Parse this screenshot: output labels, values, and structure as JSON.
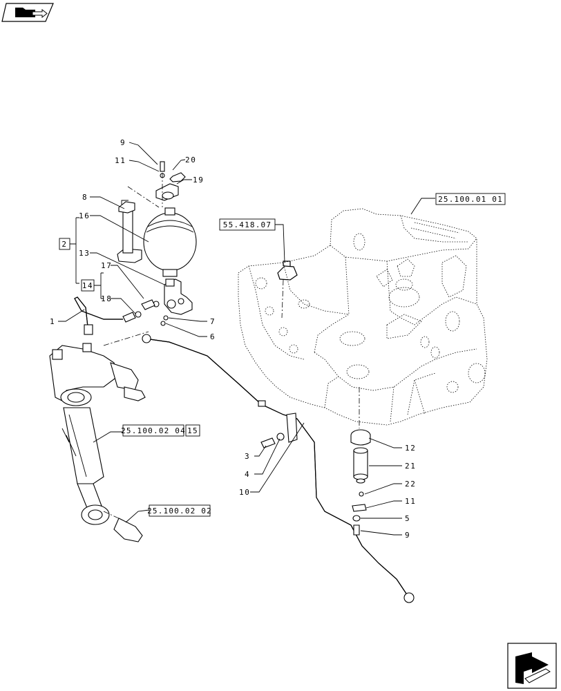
{
  "nav": {
    "top_icon": "folder-arrow-icon",
    "bottom_icon": "page-turn-arrow-icon"
  },
  "references": {
    "frame": "25.100.01 01",
    "bracket": "55.418.07",
    "cylinder": "25.100.02 04",
    "cylinder_item": "15",
    "end": "25.100.02 02"
  },
  "groups": {
    "accumulator_group": "2",
    "valve_group": "14"
  },
  "callouts": {
    "c1": "1",
    "c3": "3",
    "c4": "4",
    "c5": "5",
    "c6": "6",
    "c7": "7",
    "c8": "8",
    "c9a": "9",
    "c9b": "9",
    "c10": "10",
    "c11a": "11",
    "c11b": "11",
    "c12": "12",
    "c13": "13",
    "c16": "16",
    "c17": "17",
    "c18": "18",
    "c19": "19",
    "c20": "20",
    "c21": "21",
    "c22": "22"
  }
}
